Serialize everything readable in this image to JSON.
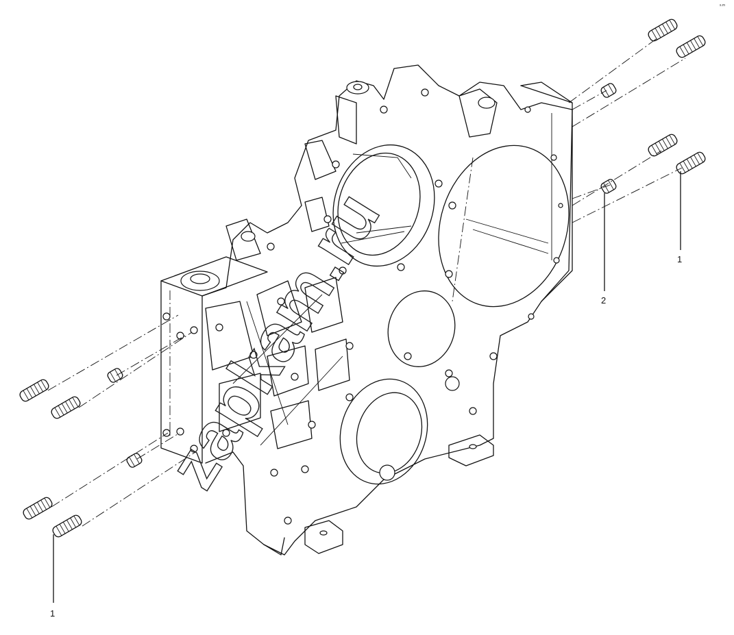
{
  "diagram": {
    "callouts": {
      "stud": "1",
      "dowel": "2"
    },
    "watermark": "zapkam.ru",
    "corner_mark": "s.m"
  }
}
